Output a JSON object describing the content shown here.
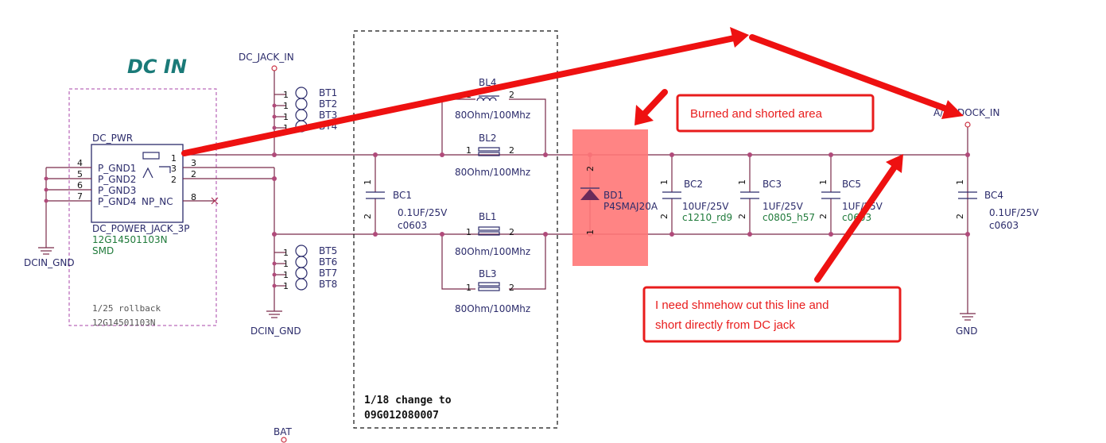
{
  "title": "DC IN",
  "nets": {
    "dc_jack_in": "DC_JACK_IN",
    "dock_in": "DOCK_IN",
    "dock_in_prefix": "A/D",
    "dcin_gnd": "DCIN_GND",
    "dcin_gnd_2": "DCIN_GND",
    "gnd": "GND",
    "bat": "BAT"
  },
  "connector": {
    "ref": "DC_PWR",
    "part": "DC_POWER_JACK_3P",
    "pn": "12G14501103N",
    "package": "SMD",
    "pins": [
      "P_GND1",
      "P_GND2",
      "P_GND3",
      "P_GND4"
    ],
    "nc_label": "NP_NC",
    "pin_nums_left": [
      "4",
      "5",
      "6",
      "7"
    ],
    "pin_nums_right": [
      "1",
      "3",
      "2",
      "2",
      "8"
    ],
    "note1": "1/25 rollback",
    "note2": "12G14501103N"
  },
  "beads_top": [
    "BT1",
    "BT2",
    "BT3",
    "BT4"
  ],
  "beads_bottom": [
    "BT5",
    "BT6",
    "BT7",
    "BT8"
  ],
  "bead_pin": "1",
  "ferrites": [
    {
      "ref": "BL4",
      "value": "80Ohm/100Mhz"
    },
    {
      "ref": "BL2",
      "value": "80Ohm/100Mhz"
    },
    {
      "ref": "BL1",
      "value": "80Ohm/100Mhz"
    },
    {
      "ref": "BL3",
      "value": "80Ohm/100Mhz"
    }
  ],
  "caps": {
    "bc1": {
      "ref": "BC1",
      "value": "0.1UF/25V",
      "pkg": "c0603"
    },
    "bc2": {
      "ref": "BC2",
      "value": "10UF/25V",
      "pkg": "c1210_rd9"
    },
    "bc3": {
      "ref": "BC3",
      "value": "1UF/25V",
      "pkg": "c0805_h57"
    },
    "bc5": {
      "ref": "BC5",
      "value": "1UF/25V",
      "pkg": "c0603"
    },
    "bc4": {
      "ref": "BC4",
      "value": "0.1UF/25V",
      "pkg": "c0603"
    }
  },
  "diode": {
    "ref": "BD1",
    "value": "P4SMAJ20A"
  },
  "pin_1": "1",
  "pin_2": "2",
  "change_note": {
    "line1": "1/18 change to",
    "line2": "09G012080007"
  },
  "callouts": {
    "burned": "Burned and shorted area",
    "need_line1": "I need shmehow cut this line and",
    "need_line2": "short directly from DC jack"
  },
  "colors": {
    "annotation": "#e81c1c",
    "highlight": "#ff7777",
    "title": "#1a7a78"
  }
}
